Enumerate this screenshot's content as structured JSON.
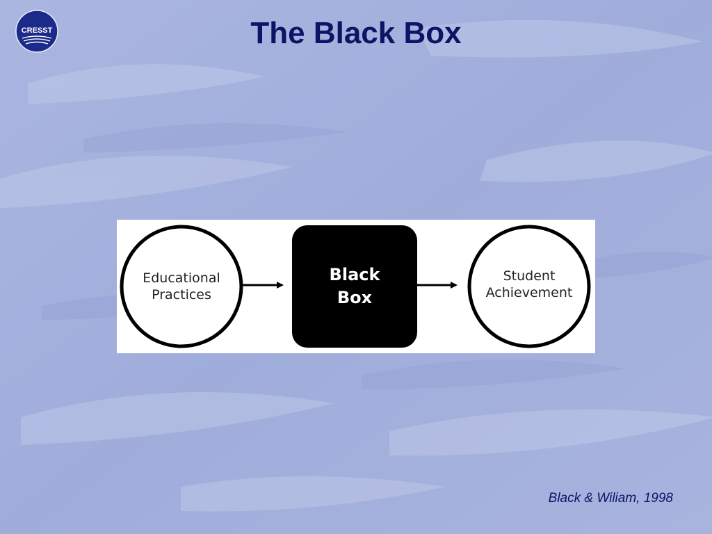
{
  "slide": {
    "title": "The Black Box",
    "citation": "Black & Wiliam, 1998"
  },
  "logo": {
    "text": "CRESST",
    "icon": "cresst-logo-icon",
    "color": "#1c2a8a"
  },
  "diagram": {
    "nodes": [
      {
        "id": "educational-practices",
        "shape": "circle",
        "lines": [
          "Educational",
          "Practices"
        ]
      },
      {
        "id": "black-box",
        "shape": "rounded-box",
        "lines": [
          "Black",
          "Box"
        ]
      },
      {
        "id": "student-achievement",
        "shape": "circle",
        "lines": [
          "Student",
          "Achievement"
        ]
      }
    ],
    "edges": [
      {
        "from": "educational-practices",
        "to": "black-box"
      },
      {
        "from": "black-box",
        "to": "student-achievement"
      }
    ]
  },
  "colors": {
    "background": "#a3b0dc",
    "title": "#0d1466",
    "box_fill": "#000000",
    "panel": "#ffffff"
  }
}
